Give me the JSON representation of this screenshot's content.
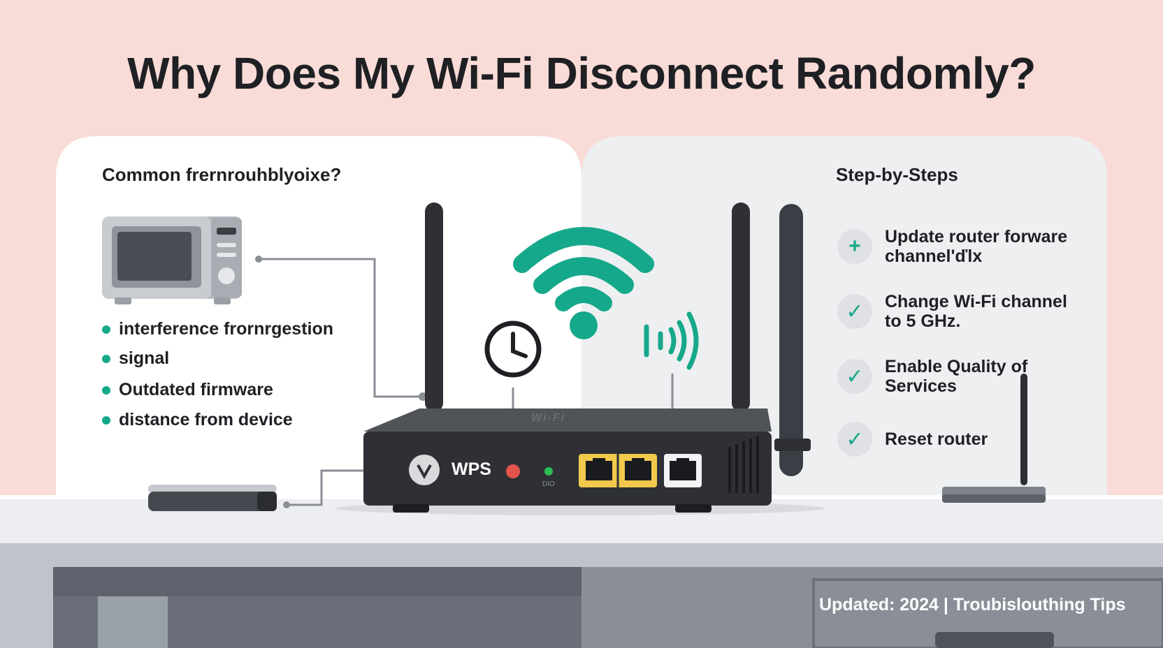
{
  "title": "Why Does My Wi-Fi Disconnect Randomly?",
  "left_panel": {
    "heading": "Common frernrouhblyoixe?",
    "bullets": [
      "interference frornrgestion",
      "signal",
      "Outdated firmware",
      "distance from device"
    ]
  },
  "right_panel": {
    "heading": "Step-by-Steps",
    "steps": [
      {
        "icon": "plus-icon",
        "label": "Update router forware channel'ďlx"
      },
      {
        "icon": "check-icon",
        "label": "Change Wi-Fi channel to 5 GHz."
      },
      {
        "icon": "check-icon",
        "label": "Enable Quality of Services"
      },
      {
        "icon": "check-icon",
        "label": "Reset router"
      }
    ]
  },
  "router": {
    "wps_label": "WPS",
    "brand_text": "Wi-Fi",
    "led_label": "DIO"
  },
  "footer": "Updated: 2024 | Troubislouthing Tips",
  "colors": {
    "background": "#f9dcd7",
    "accent": "#16a88a",
    "router_body": "#2e3035",
    "port_yellow": "#f2c94c",
    "led_red": "#e5544b",
    "led_green": "#2bbf54"
  }
}
